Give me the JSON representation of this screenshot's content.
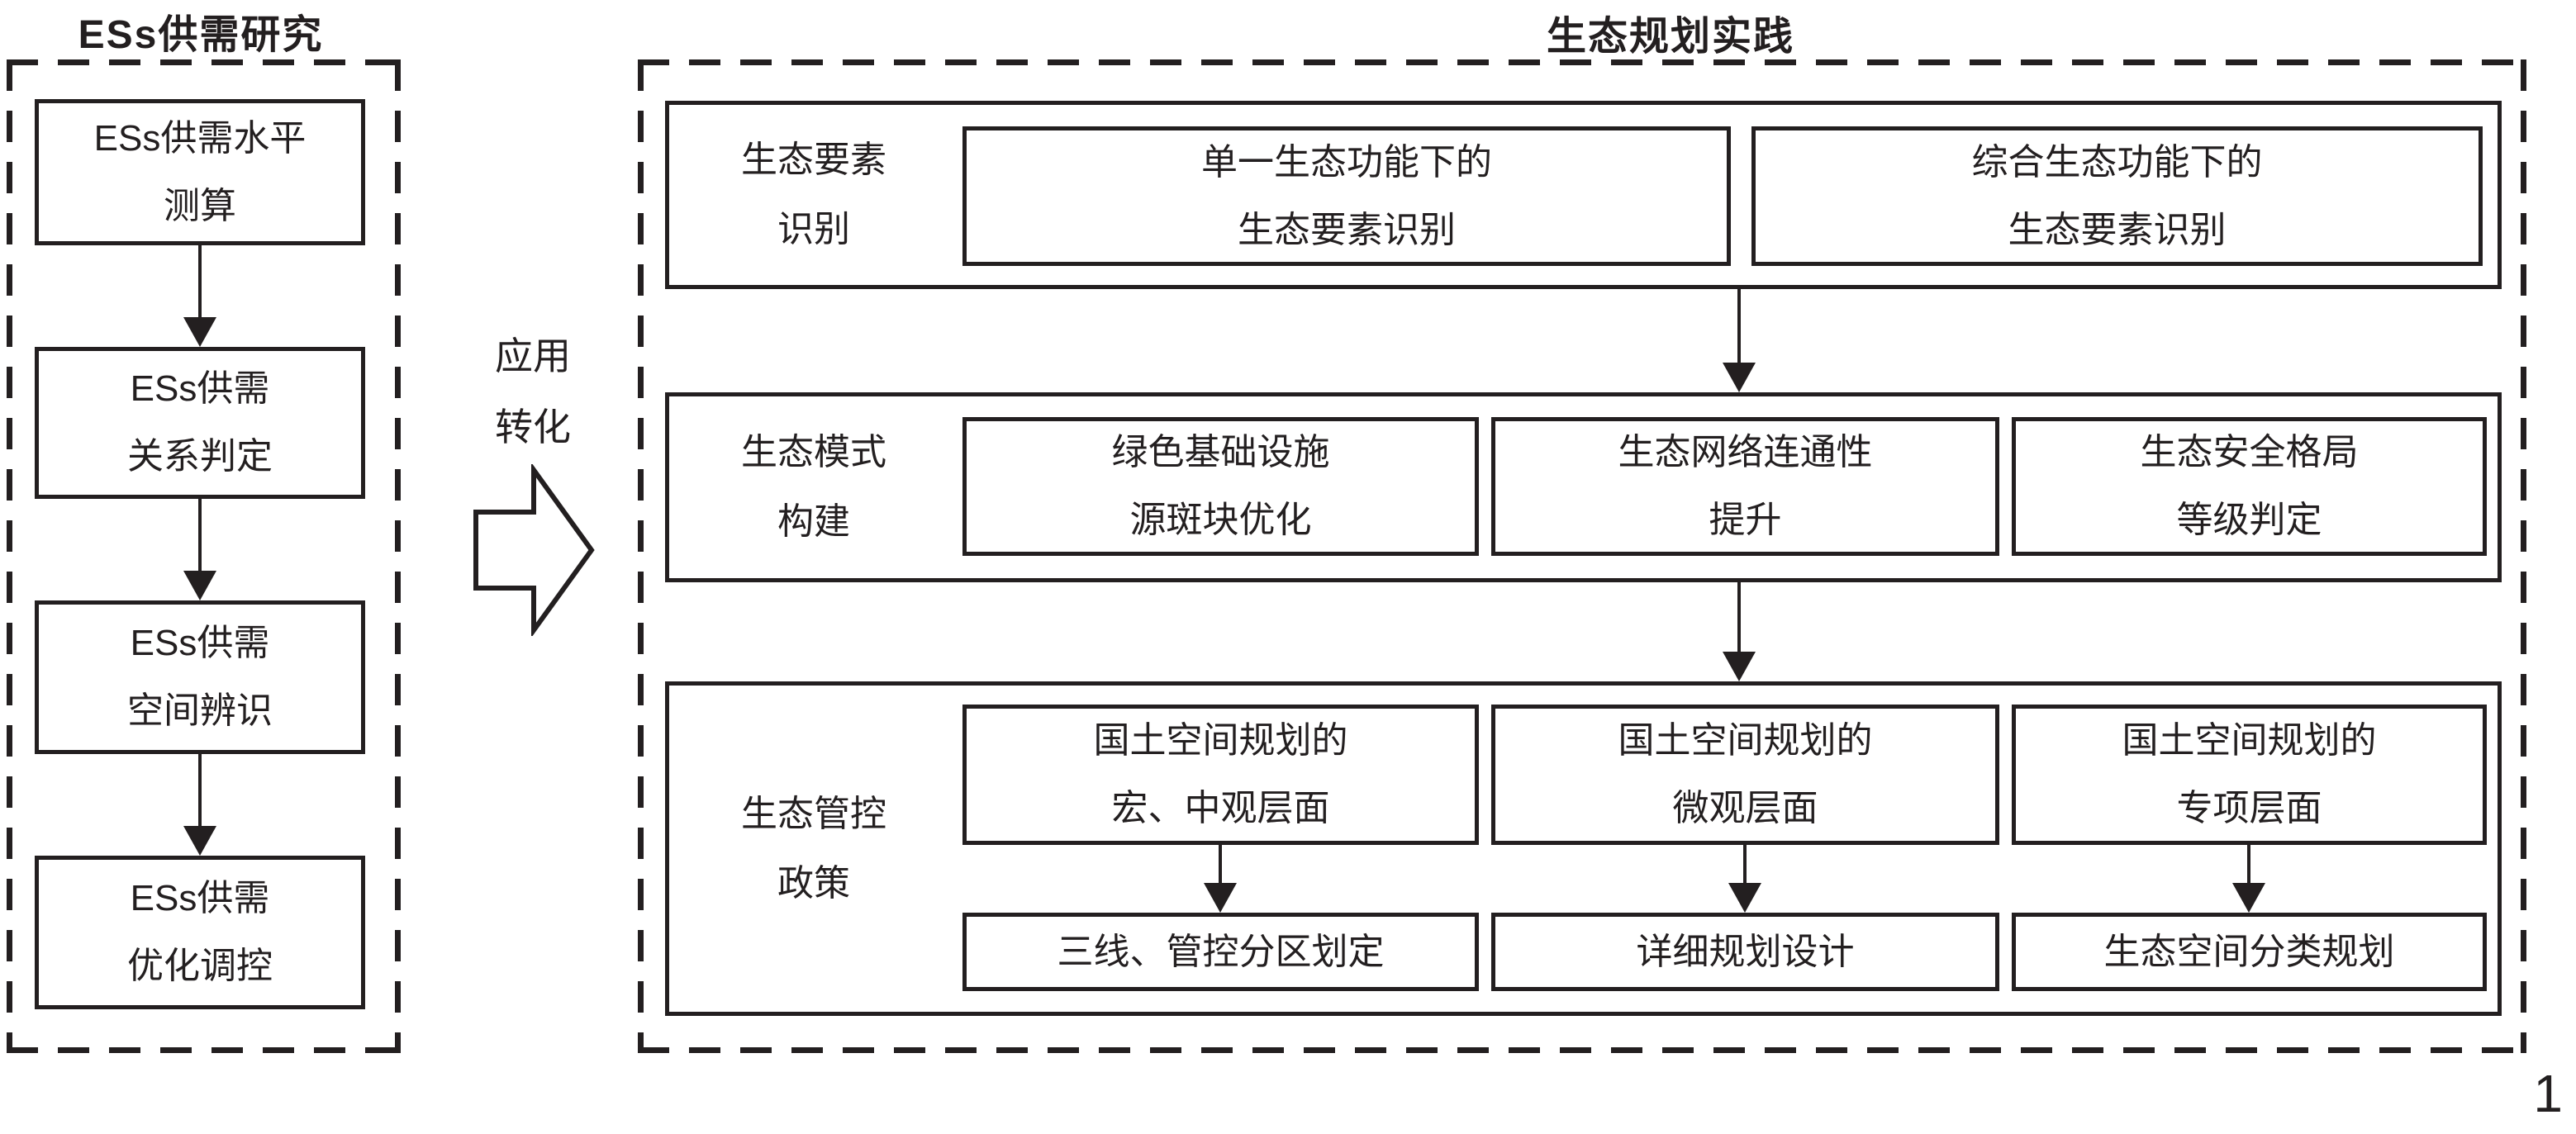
{
  "colors": {
    "ink": "#231f20",
    "background": "#ffffff"
  },
  "page_number": "1",
  "left_panel": {
    "title": "ESs供需研究",
    "steps": [
      {
        "lines": [
          "ESs供需水平",
          "测算"
        ]
      },
      {
        "lines": [
          "ESs供需",
          "关系判定"
        ]
      },
      {
        "lines": [
          "ESs供需",
          "空间辨识"
        ]
      },
      {
        "lines": [
          "ESs供需",
          "优化调控"
        ]
      }
    ]
  },
  "connector": {
    "label_lines": [
      "应用",
      "转化"
    ],
    "arrow_icon": "block-arrow-right"
  },
  "right_panel": {
    "title": "生态规划实践",
    "rows": [
      {
        "label_lines": [
          "生态要素",
          "识别"
        ],
        "boxes": [
          {
            "lines": [
              "单一生态功能下的",
              "生态要素识别"
            ]
          },
          {
            "lines": [
              "综合生态功能下的",
              "生态要素识别"
            ]
          }
        ]
      },
      {
        "label_lines": [
          "生态模式",
          "构建"
        ],
        "boxes": [
          {
            "lines": [
              "绿色基础设施",
              "源斑块优化"
            ]
          },
          {
            "lines": [
              "生态网络连通性",
              "提升"
            ]
          },
          {
            "lines": [
              "生态安全格局",
              "等级判定"
            ]
          }
        ]
      },
      {
        "label_lines": [
          "生态管控",
          "政策"
        ],
        "policy_columns": [
          {
            "top_lines": [
              "国土空间规划的",
              "宏、中观层面"
            ],
            "bottom": "三线、管控分区划定"
          },
          {
            "top_lines": [
              "国土空间规划的",
              "微观层面"
            ],
            "bottom": "详细规划设计"
          },
          {
            "top_lines": [
              "国土空间规划的",
              "专项层面"
            ],
            "bottom": "生态空间分类规划"
          }
        ]
      }
    ]
  }
}
